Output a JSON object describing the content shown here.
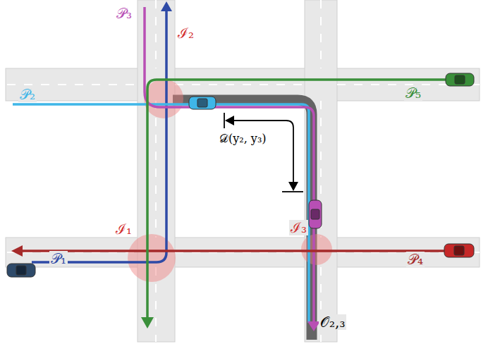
{
  "diagram": {
    "labels": [
      "𝒫₃",
      "ℐ₂",
      "𝒫₂",
      "𝒫₅",
      "𝒟(y₂, y₃)",
      "ℐ₁",
      "ℐ₃",
      "𝒫₁",
      "𝒫₄",
      "𝒪₂,₃"
    ]
  }
}
